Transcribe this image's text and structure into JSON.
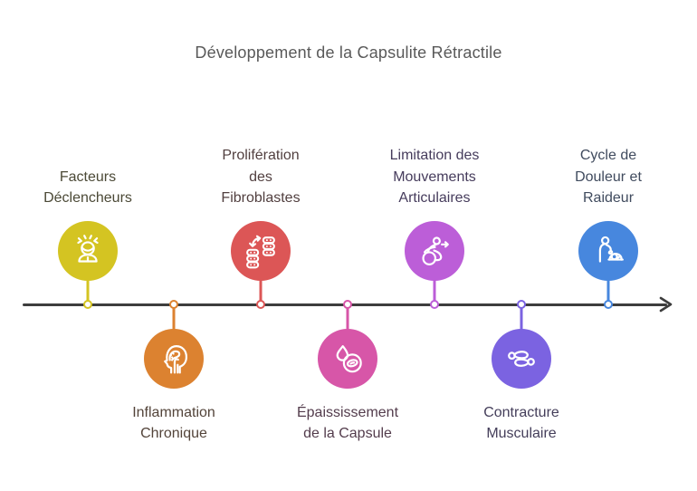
{
  "title": "Développement de la Capsulite Rétractile",
  "timeline": {
    "line_color": "#3d3d3d",
    "direction": "left-to-right-arrow"
  },
  "nodes": [
    {
      "label": "Facteurs\nDéclencheurs",
      "side": "above",
      "icon": "stressed-person-icon",
      "color": "#d4c422",
      "text_color": "#4b4936"
    },
    {
      "label": "Inflammation\nChronique",
      "side": "below",
      "icon": "head-inflammation-icon",
      "color": "#dc8230",
      "text_color": "#53443a"
    },
    {
      "label": "Prolifération\ndes\nFibroblastes",
      "side": "above",
      "icon": "cell-proliferation-icon",
      "color": "#dc5656",
      "text_color": "#513f3f"
    },
    {
      "label": "Épaississement\nde la Capsule",
      "side": "below",
      "icon": "cell-thickening-icon",
      "color": "#d756a8",
      "text_color": "#533c4c"
    },
    {
      "label": "Limitation des\nMouvements\nArticulaires",
      "side": "above",
      "icon": "wheelchair-icon",
      "color": "#bc5ed8",
      "text_color": "#463c5c"
    },
    {
      "label": "Contracture\nMusculaire",
      "side": "below",
      "icon": "stretching-figures-icon",
      "color": "#7b63e1",
      "text_color": "#443e5a"
    },
    {
      "label": "Cycle de\nDouleur et\nRaideur",
      "side": "above",
      "icon": "caregiver-patient-icon",
      "color": "#4787de",
      "text_color": "#404b5e"
    }
  ]
}
